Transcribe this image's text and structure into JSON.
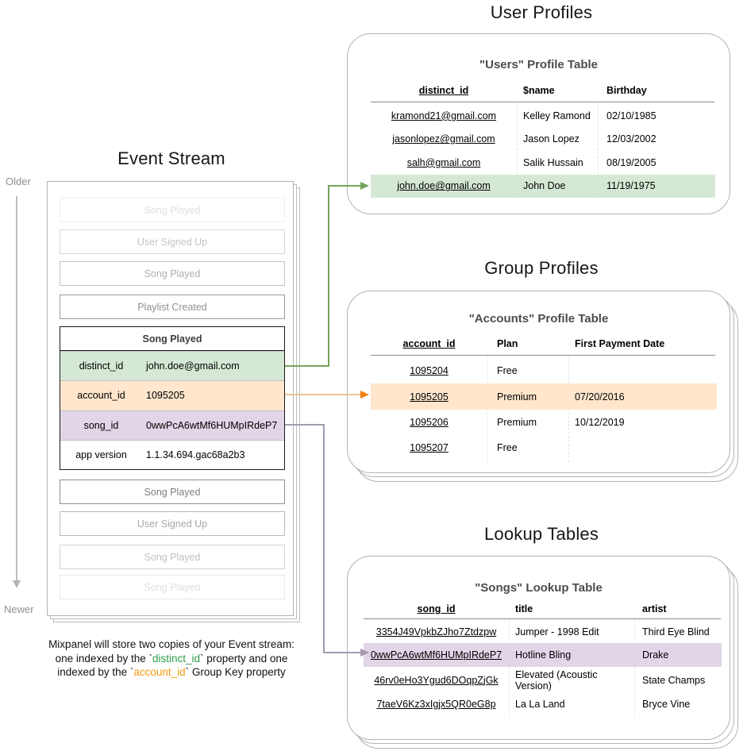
{
  "event_stream": {
    "title": "Event Stream",
    "older": "Older",
    "newer": "Newer",
    "events_before": [
      "Song Played",
      "User Signed Up",
      "Song Played",
      "Playlist Created"
    ],
    "events_after": [
      "Song Played",
      "User Signed Up",
      "Song Played",
      "Song Played"
    ],
    "detail": {
      "title": "Song Played",
      "rows": [
        {
          "key": "distinct_id",
          "value": "john.doe@gmail.com"
        },
        {
          "key": "account_id",
          "value": "1095205"
        },
        {
          "key": "song_id",
          "value": "0wwPcA6wtMf6HUMpIRdeP7"
        },
        {
          "key": "app version",
          "value": "1.1.34.694.gac68a2b3"
        }
      ]
    },
    "caption": {
      "line1": "Mixpanel will store two copies of your Event stream:",
      "line2_pre": "one indexed by the `",
      "line2_code": "distinct_id",
      "line2_post": "` property and one",
      "line3_pre": "indexed by the `",
      "line3_code": "account_id",
      "line3_post": "` Group Key property"
    }
  },
  "user_profiles": {
    "section_title": "User Profiles",
    "table_title": "\"Users\" Profile Table",
    "columns": [
      "distinct_id",
      "$name",
      "Birthday"
    ],
    "rows": [
      [
        "kramond21@gmail.com",
        "Kelley Ramond",
        "02/10/1985"
      ],
      [
        "jasonlopez@gmail.com",
        "Jason Lopez",
        "12/03/2002"
      ],
      [
        "salh@gmail.com",
        "Salik Hussain",
        "08/19/2005"
      ],
      [
        "john.doe@gmail.com",
        "John Doe",
        "11/19/1975"
      ]
    ],
    "highlighted_row": 3,
    "highlight_color": "#d5e8d4"
  },
  "group_profiles": {
    "section_title": "Group Profiles",
    "table_title": "\"Accounts\" Profile Table",
    "columns": [
      "account_id",
      "Plan",
      "First Payment Date"
    ],
    "rows": [
      [
        "1095204",
        "Free",
        ""
      ],
      [
        "1095205",
        "Premium",
        "07/20/2016"
      ],
      [
        "1095206",
        "Premium",
        "10/12/2019"
      ],
      [
        "1095207",
        "Free",
        ""
      ]
    ],
    "highlighted_row": 1,
    "highlight_color": "#ffe6cc"
  },
  "lookup_tables": {
    "section_title": "Lookup Tables",
    "table_title": "\"Songs\" Lookup Table",
    "columns": [
      "song_id",
      "title",
      "artist"
    ],
    "rows": [
      [
        "3354J49VpkbZJho7Ztdzpw",
        "Jumper - 1998 Edit",
        "Third Eye Blind"
      ],
      [
        "0wwPcA6wtMf6HUMpIRdeP7",
        "Hotline Bling",
        "Drake"
      ],
      [
        "46rv0eHo3Ygud6DOqpZjGk",
        "Elevated (Acoustic Version)",
        "State Champs"
      ],
      [
        "7taeV6Kz3xIgjx5QR0eG8p",
        "La La Land",
        "Bryce Vine"
      ]
    ],
    "highlighted_row": 1,
    "highlight_color": "#e1d5e7"
  },
  "colors": {
    "green_fill": "#d5e8d4",
    "orange_fill": "#ffe6cc",
    "purple_fill": "#e1d5e7",
    "green_arrow": "#76a45c",
    "orange_arrow_head": "#f28011",
    "purple_arrow": "#a49aad",
    "caption_green": "#2ea04a",
    "caption_orange": "#f59a0d"
  }
}
